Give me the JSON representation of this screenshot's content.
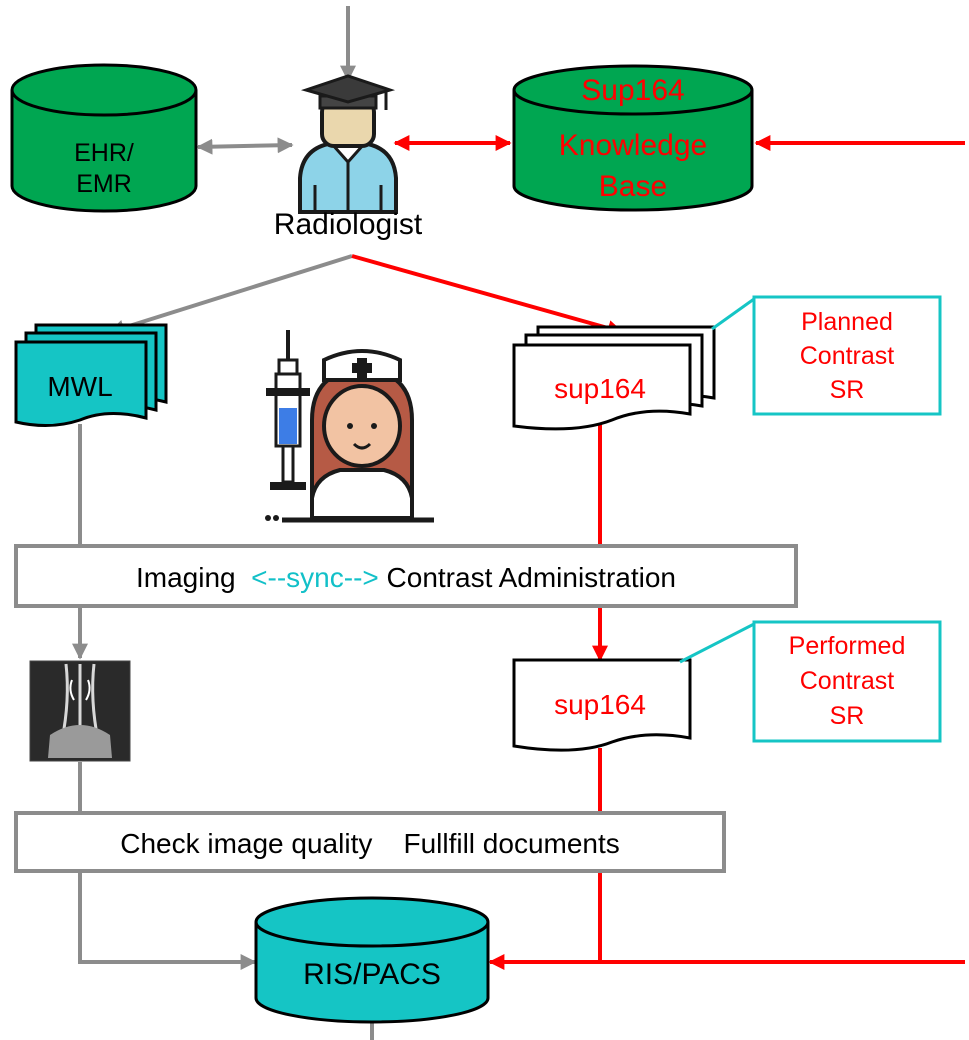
{
  "colors": {
    "gray_flow": "#8c8c8c",
    "red_flow": "#ff0000",
    "green_db": "#00a651",
    "cyan": "#15c5c5",
    "sync_text": "#12c0c8",
    "black": "#000000"
  },
  "nodes": {
    "ehr": {
      "line1": "EHR/",
      "line2": "EMR",
      "icon": "database-icon"
    },
    "knowledge_base": {
      "line1": "Sup164",
      "line2": "Knowledge",
      "line3": "Base",
      "icon": "database-icon"
    },
    "radiologist": {
      "label": "Radiologist",
      "icon": "graduate-doctor-icon"
    },
    "mwl": {
      "label": "MWL",
      "icon": "multi-document-icon"
    },
    "sup164_planned": {
      "label": "sup164",
      "icon": "multi-document-icon"
    },
    "sup164_performed": {
      "label": "sup164",
      "icon": "document-icon"
    },
    "nurse": {
      "icon": "nurse-with-syringe-icon"
    },
    "angio_image": {
      "icon": "angiography-image-icon"
    },
    "ris_pacs": {
      "label": "RIS/PACS",
      "icon": "database-icon"
    }
  },
  "callouts": {
    "planned": {
      "line1": "Planned",
      "line2": "Contrast",
      "line3": "SR"
    },
    "performed": {
      "line1": "Performed",
      "line2": "Contrast",
      "line3": "SR"
    }
  },
  "process_boxes": {
    "imaging": {
      "left": "Imaging",
      "sync": "<--sync-->",
      "right": "Contrast Administration"
    },
    "quality": {
      "left": "Check image quality",
      "right": "Fullfill documents"
    }
  }
}
